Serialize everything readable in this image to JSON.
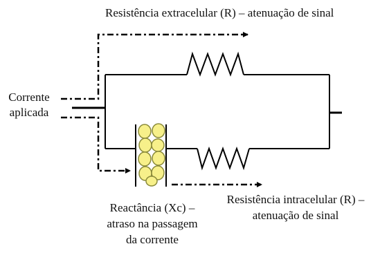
{
  "labels": {
    "extracellular": "Resistência extracelular (R) – atenuação de sinal",
    "current_line1": "Corrente",
    "current_line2": "aplicada",
    "reactance_line1": "Reactância (Xc) –",
    "reactance_line2": "atraso na passagem",
    "reactance_line3": "da corrente",
    "intracellular_line1": "Resistência intracelular (R) –",
    "intracellular_line2": "atenuação de sinal"
  },
  "colors": {
    "wire": "#000000",
    "cell_fill": "#f7f08a",
    "cell_stroke": "#8a8a3a"
  }
}
